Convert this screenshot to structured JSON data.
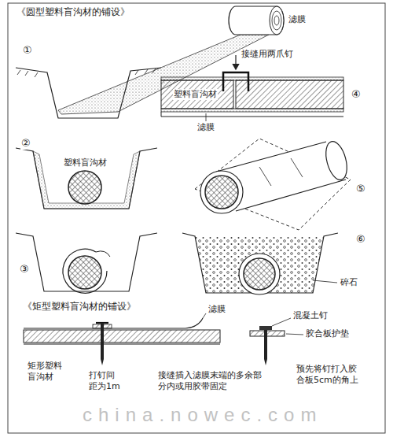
{
  "diagram": {
    "title": "《圆型塑料盲沟材的铺设》",
    "labels": [
      "滤膜",
      "①",
      "接缝用两爪钉",
      "④",
      "塑料盲沟材",
      "滤膜",
      "②",
      "塑料盲沟材",
      "⑤",
      "③",
      "⑥",
      "碎石",
      "《矩型塑料盲沟材的铺设》",
      "滤膜",
      "混凝土钉",
      "胶合板护垫",
      "矩形塑料盲沟材",
      "打钉间距为1m",
      "接缝插入滤膜末端的多余部分内或用胶带固定",
      "预先将钉打入胶合板5cm的角上",
      "china.nowec.com"
    ]
  }
}
